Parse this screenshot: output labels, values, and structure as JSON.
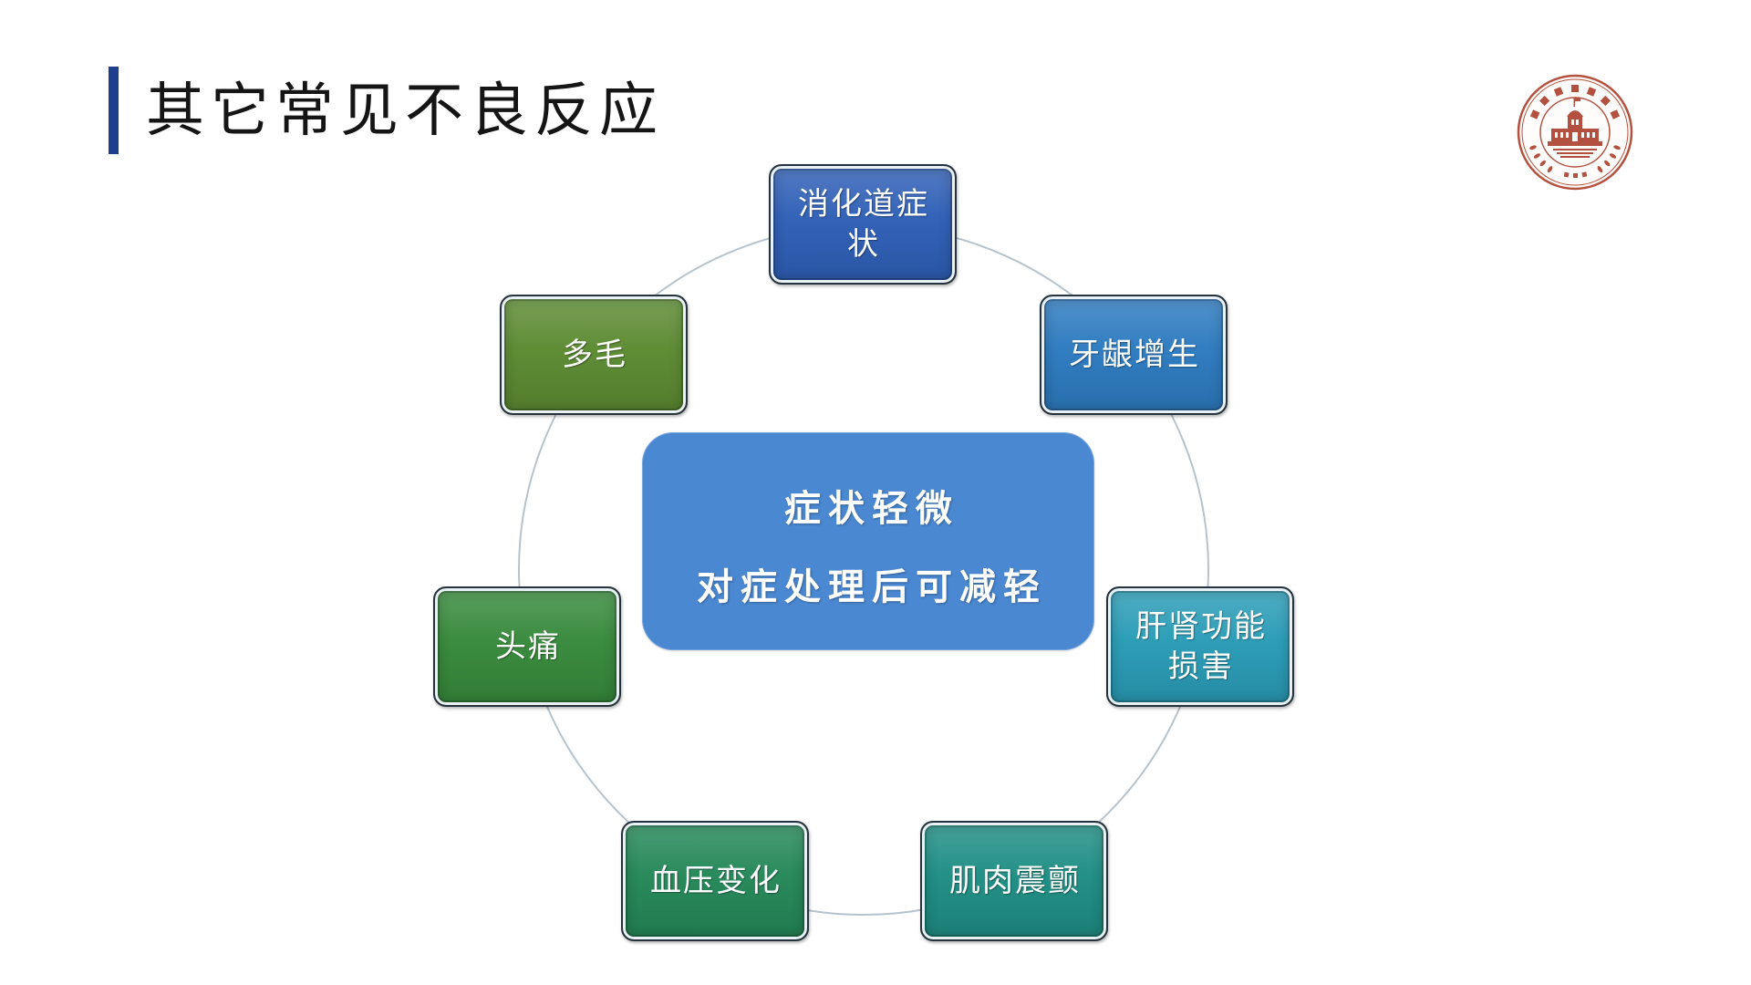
{
  "slide": {
    "title": "其它常见不良反应",
    "accent_color": "#1d3f8e"
  },
  "logo": {
    "icon": "hospital-seal-icon",
    "color": "#b4503f"
  },
  "diagram": {
    "ring_color": "#b7c3cc",
    "center": {
      "line1": "症状轻微",
      "line2": "对症处理后可减轻",
      "color": "#4a88d2"
    },
    "items": [
      {
        "label": "消化道症状",
        "color": "#2f5fb6"
      },
      {
        "label": "牙龈增生",
        "color": "#2d7bc0"
      },
      {
        "label": "肝肾功能损害",
        "color": "#2a9cb6"
      },
      {
        "label": "肌肉震颤",
        "color": "#1f8e84"
      },
      {
        "label": "血压变化",
        "color": "#258858"
      },
      {
        "label": "头痛",
        "color": "#378a3c"
      },
      {
        "label": "多毛",
        "color": "#5c8b32"
      }
    ]
  }
}
